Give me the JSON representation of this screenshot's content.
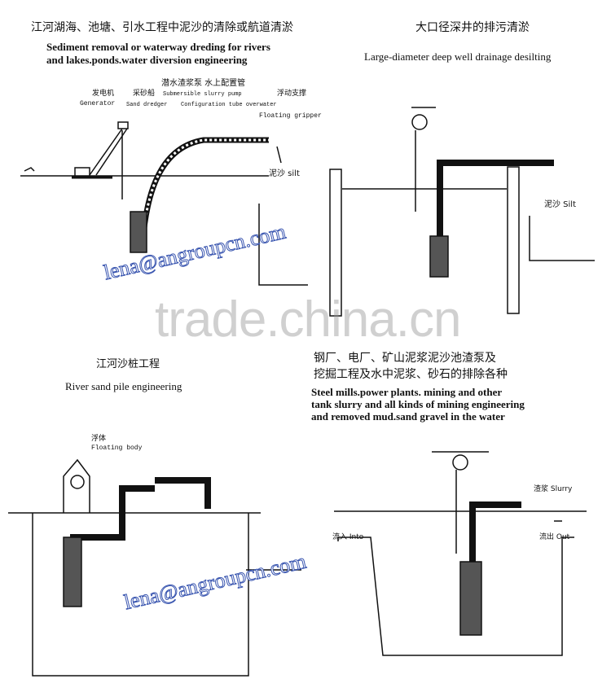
{
  "panel1": {
    "title_zh": "江河湖海、池塘、引水工程中泥沙的清除或航道清淤",
    "title_en_1": "Sediment removal or waterway dreding for rivers",
    "title_en_2": "and lakes.ponds.water diversion engineering",
    "pump_zh": "潜水渣浆泵 水上配置管",
    "generator_zh": "发电机",
    "generator_en": "Generator",
    "dredger_zh": "采砂船",
    "dredger_en": "Sand dredger",
    "pump_en": "Submersible slurry pump",
    "config_en": "Configuration tube overwater",
    "floating_zh": "浮动支撑",
    "floating_en": "Floating gripper",
    "silt": "泥沙 silt"
  },
  "panel2": {
    "title_zh": "大口径深井的排污清淤",
    "title_en": "Large-diameter deep well drainage desilting",
    "silt": "泥沙 Silt"
  },
  "panel3": {
    "title_zh": "江河沙桩工程",
    "title_en": "River sand pile engineering",
    "float_zh": "浮体",
    "float_en": "Floating body"
  },
  "panel4": {
    "title_zh_1": "钢厂、电厂、矿山泥浆泥沙池渣泵及",
    "title_zh_2": "挖掘工程及水中泥浆、砂石的排除各种",
    "title_en_1": "Steel mills.power plants. mining and other",
    "title_en_2": "tank slurry and all kinds of  mining engineering",
    "title_en_3": "and removed mud.sand gravel in the water",
    "slurry": "渣浆 Slurry",
    "inflow": "流入 Into",
    "outflow": "流出 Out"
  },
  "watermark": {
    "site": "trade.china.cn",
    "email_1": "lena@angroupcn.com",
    "email_2": "lena@angroupcn.com"
  }
}
